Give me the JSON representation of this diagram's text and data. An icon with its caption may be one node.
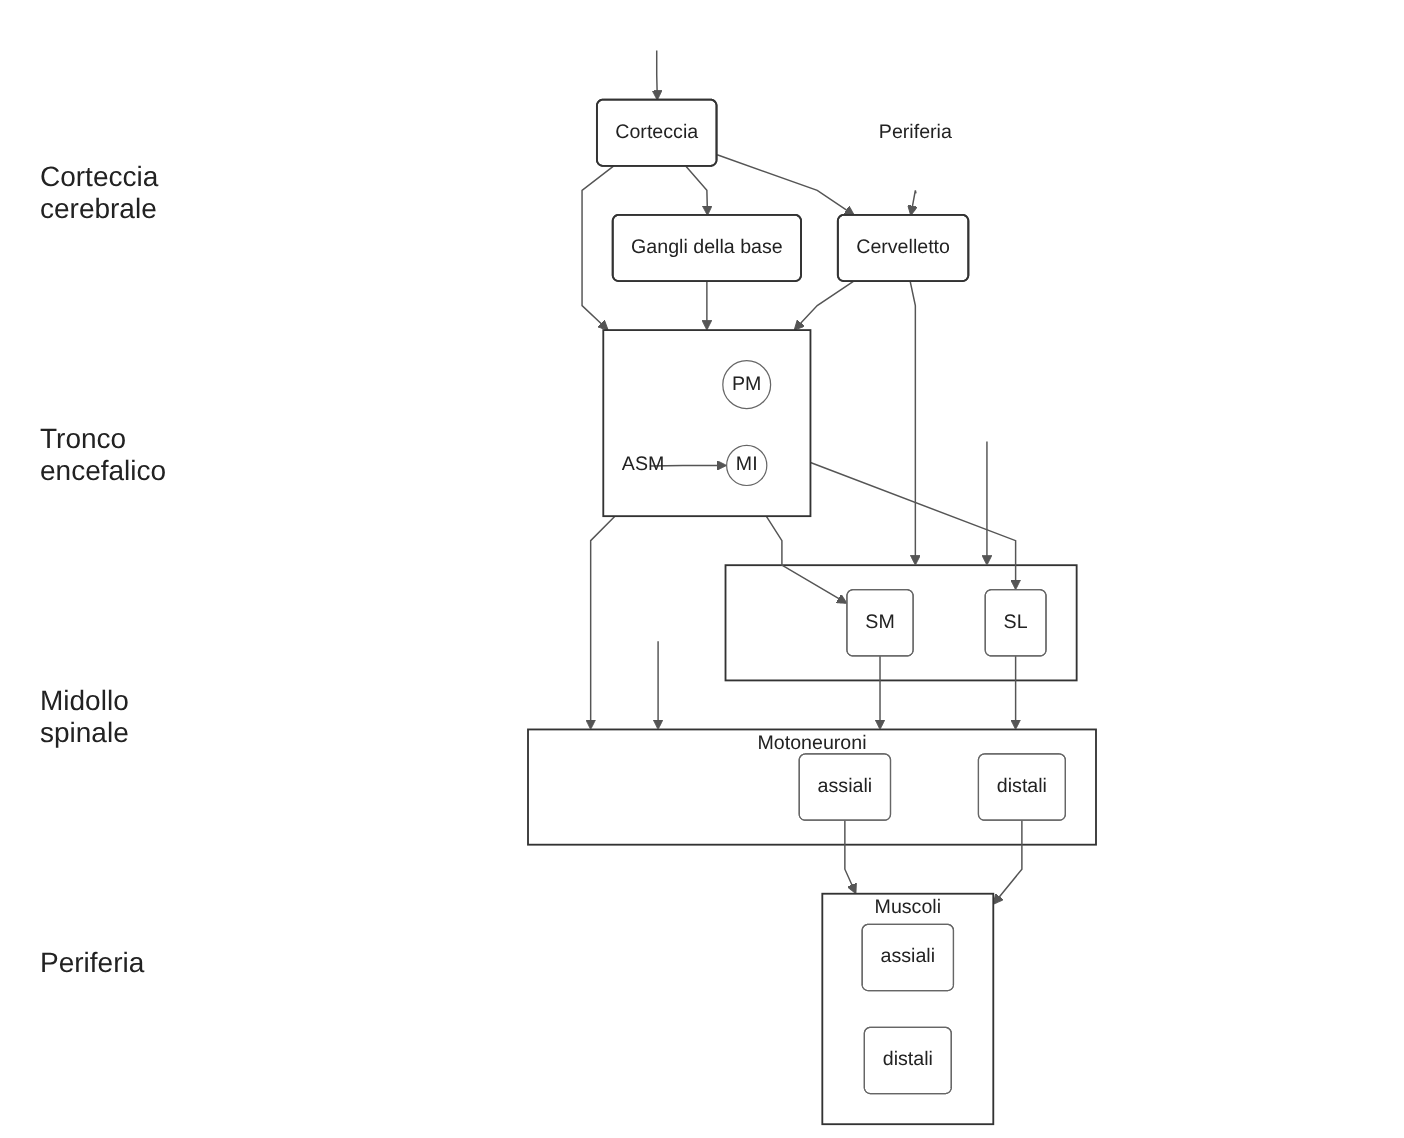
{
  "diagram": {
    "nodes": [
      {
        "text": [],
        "shape": "box"
      },
      {
        "text": [
          "PM"
        ],
        "in": 0
      },
      {
        "text": [
          "MI"
        ],
        "in": 0
      },
      {
        "text": [
          "ASM"
        ],
        "in": 0
      },
      {
        "text": [
          "Corteccia"
        ]
      },
      {
        "text": [],
        "shape": "box"
      },
      {
        "text": [
          "SM"
        ],
        "in": 5
      },
      {
        "text": [
          "SL"
        ],
        "in": 5
      },
      {
        "text": [
          "Cervelletto"
        ]
      },
      {
        "text": [
          "Gangli della base"
        ]
      },
      {
        "text": [
          "Motoneuroni"
        ]
      },
      {
        "text": [
          "assiali"
        ],
        "in": 10
      },
      {
        "text": [
          "distali"
        ],
        "in": 10
      },
      {
        "text": [
          "Muscoli"
        ]
      },
      {
        "text": [
          "assiali"
        ],
        "in": 13
      },
      {
        "text": [
          "distali"
        ],
        "in": 13
      },
      {
        "text": [
          "Periferia"
        ]
      }
    ],
    "edges": [
      {
        "from": 4,
        "to": 0,
        "arrow": "to"
      },
      {
        "from": null,
        "to": 4,
        "arrow": "to"
      },
      {
        "from": 3,
        "to": 2,
        "arrow": "to"
      },
      {
        "from": 0,
        "to": 6,
        "arrow": "to"
      },
      {
        "from": 0,
        "to": 7,
        "arrow": "to"
      },
      {
        "from": 0,
        "to": 10,
        "arrow": "to"
      },
      {
        "from": 9,
        "to": 0,
        "arrow": "to"
      },
      {
        "from": 8,
        "to": 0,
        "arrow": "to"
      },
      {
        "from": 8,
        "to": 5,
        "arrow": "to"
      },
      {
        "from": 4,
        "to": 9,
        "arrow": "to"
      },
      {
        "from": 4,
        "to": 8,
        "arrow": "to"
      },
      {
        "from": null,
        "to": 10,
        "arrow": "to"
      },
      {
        "from": null,
        "to": 5,
        "arrow": "to"
      },
      {
        "from": 16,
        "to": 8,
        "arrow": "to"
      },
      {
        "from": 6,
        "to": 10,
        "arrow": "to"
      },
      {
        "from": 7,
        "to": 10,
        "arrow": "to"
      },
      {
        "from": 11,
        "to": 13,
        "arrow": "to"
      },
      {
        "from": 12,
        "to": 13,
        "arrow": "to"
      }
    ],
    "labels": [
      "Corteccia cerebrale",
      "Tronco encefalico",
      "Midollo spinale",
      "Periferia"
    ]
  }
}
